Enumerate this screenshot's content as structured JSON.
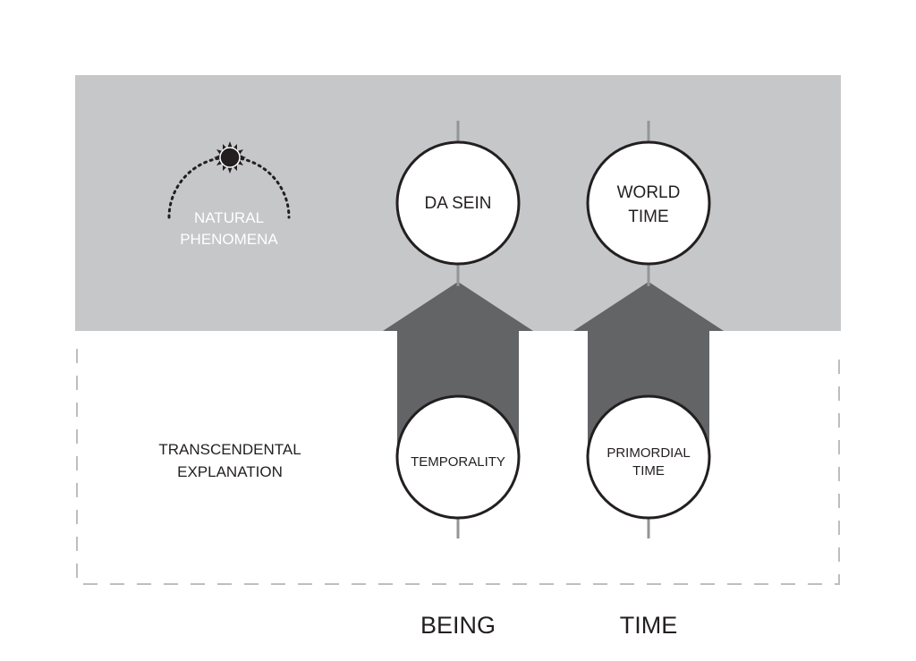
{
  "upper_region": {
    "label_line1": "NATURAL",
    "label_line2": "PHENOMENA",
    "icon": "sun-icon"
  },
  "lower_region": {
    "label_line1": "TRANSCENDENTAL",
    "label_line2": "EXPLANATION"
  },
  "columns": [
    {
      "upper_circle": {
        "line1": "DA SEIN"
      },
      "lower_circle": {
        "line1": "TEMPORALITY"
      },
      "footer": "BEING"
    },
    {
      "upper_circle": {
        "line1": "WORLD",
        "line2": "TIME"
      },
      "lower_circle": {
        "line1": "PRIMORDIAL",
        "line2": "TIME"
      },
      "footer": "TIME"
    }
  ],
  "colors": {
    "upper_band": "#c6c7c9",
    "arrow": "#636466",
    "stem": "#939598",
    "circle_stroke": "#231f20",
    "dashed_border": "#bcbec0",
    "natural_text": "#ffffff",
    "text": "#231f20"
  }
}
